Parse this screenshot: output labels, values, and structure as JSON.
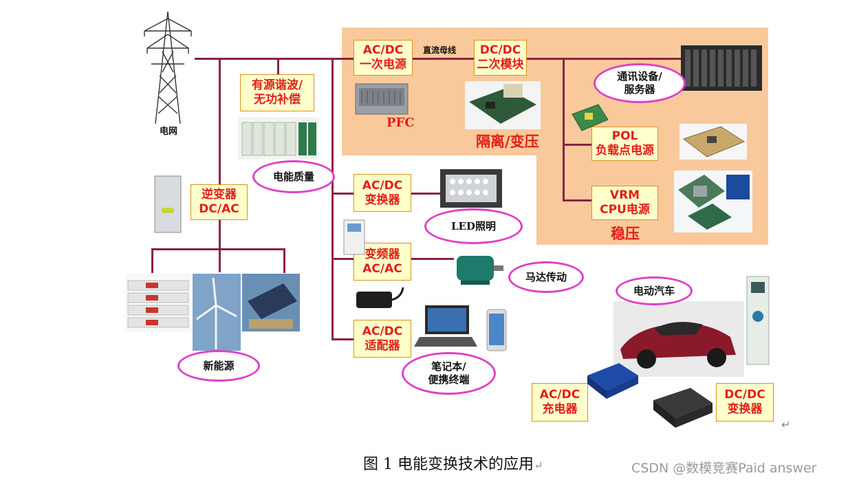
{
  "colors": {
    "wire": "#8b2340",
    "peach": "#f9c99b",
    "box_fill": "#ffffcc",
    "box_text": "#e0201a",
    "oval_border": "#e040c8"
  },
  "grid": {
    "label": "电网"
  },
  "dc_bus": {
    "label": "直流母线"
  },
  "boxes": {
    "acdc_primary": [
      "AC/DC",
      "一次电源"
    ],
    "dcdc_secondary": [
      "DC/DC",
      "二次模块"
    ],
    "active_filter": [
      "有源谐波/",
      "无功补偿"
    ],
    "inverter": [
      "逆变器",
      "DC/AC"
    ],
    "acdc_converter": [
      "AC/DC",
      "变换器"
    ],
    "vfd": [
      "变频器",
      "AC/AC"
    ],
    "acdc_adapter": [
      "AC/DC",
      "适配器"
    ],
    "pol": [
      "POL",
      "负载点电源"
    ],
    "vrm": [
      "VRM",
      "CPU电源"
    ],
    "acdc_charger": [
      "AC/DC",
      "充电器"
    ],
    "dcdc_converter": [
      "DC/DC",
      "变换器"
    ]
  },
  "red_labels": {
    "pfc": "PFC",
    "isolation": "隔离/变压",
    "regulation": "稳压"
  },
  "ovals": {
    "telecom": [
      "通讯设备/",
      "服务器"
    ],
    "power_quality": [
      "电能质量"
    ],
    "led": [
      "LED照明"
    ],
    "motor": [
      "马达传动"
    ],
    "ev": [
      "电动汽车"
    ],
    "renewable": [
      "新能源"
    ],
    "laptop": [
      "笔记本/",
      "便携终端"
    ]
  },
  "caption": "图 1  电能变换技术的应用",
  "return_mark": "↵",
  "watermark": "CSDN @数模竞赛Paid answer"
}
